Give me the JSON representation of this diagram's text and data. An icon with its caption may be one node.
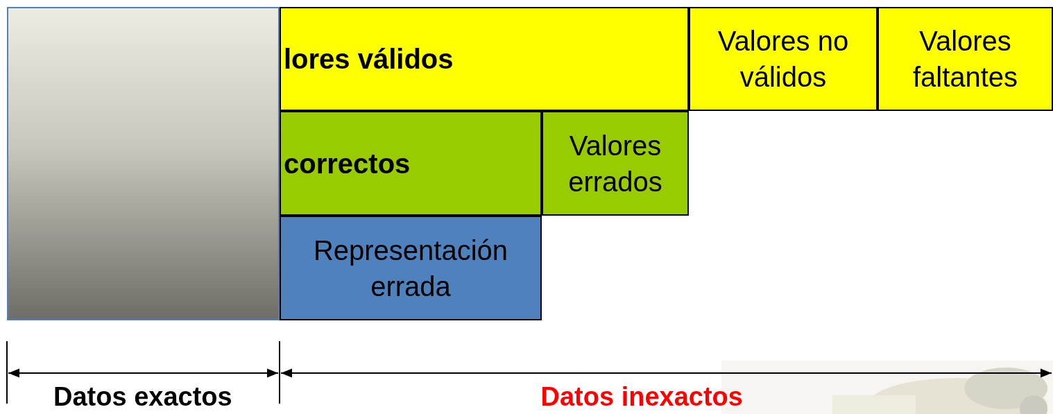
{
  "diagram": {
    "nodes": [
      {
        "text": [],
        "shape": "box"
      },
      {
        "text": [
          "lores válidos"
        ]
      },
      {
        "text": [
          "Valores no válidos"
        ]
      },
      {
        "text": [
          "Valores faltantes"
        ]
      },
      {
        "text": [
          "correctos"
        ]
      },
      {
        "text": [
          "Valores errados"
        ]
      },
      {
        "text": [
          "Representación errada"
        ]
      }
    ],
    "labels": [
      "Datos exactos",
      "Datos inexactos"
    ]
  }
}
